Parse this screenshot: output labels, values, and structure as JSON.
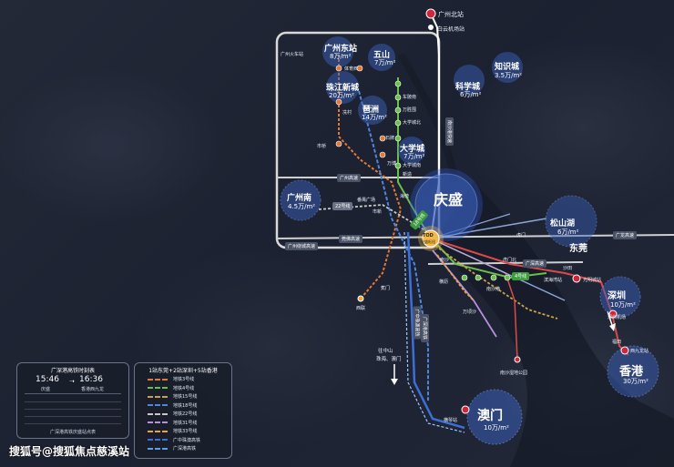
{
  "colors": {
    "gz_metro3": "#e07a3a",
    "gz_metro4": "#6abf4b",
    "gz_metro15": "#c9a24a",
    "gz_metro18": "#4f86d9",
    "dg_metro22": "#c7c7c7",
    "gz_metro31": "#b88ee0",
    "gz_metro33": "#e5a640",
    "intercity": "#3b6fd6",
    "express_rail": "#5aa0e8",
    "highway": "#c8c8c8",
    "xhrl": "#d94b4b",
    "accent_bubble": "#3a5fb8",
    "red_station": "#d0263a"
  },
  "project": {
    "name": "庆盛",
    "tod_top": "TOD",
    "tod_bottom": "庆盛枢纽"
  },
  "bubbles": [
    {
      "name": "广州东站",
      "price": "8万/m²"
    },
    {
      "name": "珠江新城",
      "price": "20万/m²"
    },
    {
      "name": "五山",
      "price": "7万/m²"
    },
    {
      "name": "琶洲",
      "price": "14万/m²"
    },
    {
      "name": "大学城",
      "price": "7万/m²"
    },
    {
      "name": "广州南",
      "price": "4.5万/m²"
    },
    {
      "name": "知识城",
      "price": "3.5万/m²"
    },
    {
      "name": "科学城",
      "price": "6万/m²"
    },
    {
      "name": "松山湖",
      "price": "6万/m²"
    },
    {
      "name": "东莞",
      "price": ""
    },
    {
      "name": "深圳",
      "price": "10万/m²"
    },
    {
      "name": "香港",
      "price": "30万/m²"
    },
    {
      "name": "澳门",
      "price": "10万/m²"
    }
  ],
  "stations": {
    "gz_north": "广州北站",
    "baiyun_airport": "白云机场站",
    "gz_station": "广州火车站",
    "tiyu_xi": "体育西",
    "wanbo": "万博",
    "haibang": "海傍",
    "shiqiao": "市桥",
    "panyu_plaza": "番禺广场",
    "xiqing": "冼村",
    "chebei": "车陂南",
    "shipai": "石牌",
    "wanshengwei": "万胜围",
    "daxuecheng_n": "大学城北",
    "daxuecheng_s": "大学城南",
    "xinzao": "新造",
    "shixin": "市新",
    "humen": "虎门",
    "humen_n": "虎门北",
    "nansha": "南沙",
    "jiaomen": "蕉门",
    "nansha_port": "南沙港",
    "henglan": "横沥",
    "wanqingsha": "万顷沙",
    "nansha_wetland": "南沙湿地公园",
    "xilian": "西联",
    "guangming": "光明城站",
    "shenzhen_airport": "深圳机场",
    "futian": "福田",
    "westkowloon": "西九龙站",
    "hengqin": "横琴站",
    "to_zhongshan": "往中山",
    "to_zhuhai": "珠海、澳门",
    "binhaiwan": "滨海湾站",
    "shatian": "沙田"
  },
  "roads": {
    "gz_ring": "广州绕城高速",
    "gz_expressway": "广州高速",
    "guanfo": "莞佛高速",
    "nansha_port_exp": "南沙港快速",
    "guanglong": "广龙高速",
    "guanshen": "广深高速",
    "zhongzhu_intercity": "广中珠澳高铁",
    "huadu_line22": "22号线",
    "metro18": "18号线",
    "metro4": "4号线",
    "hong_rail": "广深港高铁"
  },
  "timetable": {
    "title": "广深港高铁时刻表",
    "depart_time": "15:46",
    "arrive_time": "16:36",
    "from": "庆盛",
    "to": "香港西九龙",
    "footer": "广深港高铁庆盛站点表"
  },
  "legend": {
    "title": "1站东莞+2站深圳+5站香港",
    "items": [
      {
        "label": "地铁3号线",
        "color": "#e07a3a"
      },
      {
        "label": "地铁4号线",
        "color": "#6abf4b"
      },
      {
        "label": "地铁15号线",
        "color": "#c9a24a"
      },
      {
        "label": "地铁18号线",
        "color": "#4f86d9"
      },
      {
        "label": "地铁22号线",
        "color": "#c7c7c7"
      },
      {
        "label": "地铁31号线",
        "color": "#b88ee0"
      },
      {
        "label": "地铁33号线",
        "color": "#e5a640"
      },
      {
        "label": "广中珠澳高铁",
        "color": "#3b6fd6"
      },
      {
        "label": "广深港高铁",
        "color": "#5aa0e8"
      }
    ]
  },
  "watermark": "搜狐号@搜狐焦点慈溪站"
}
